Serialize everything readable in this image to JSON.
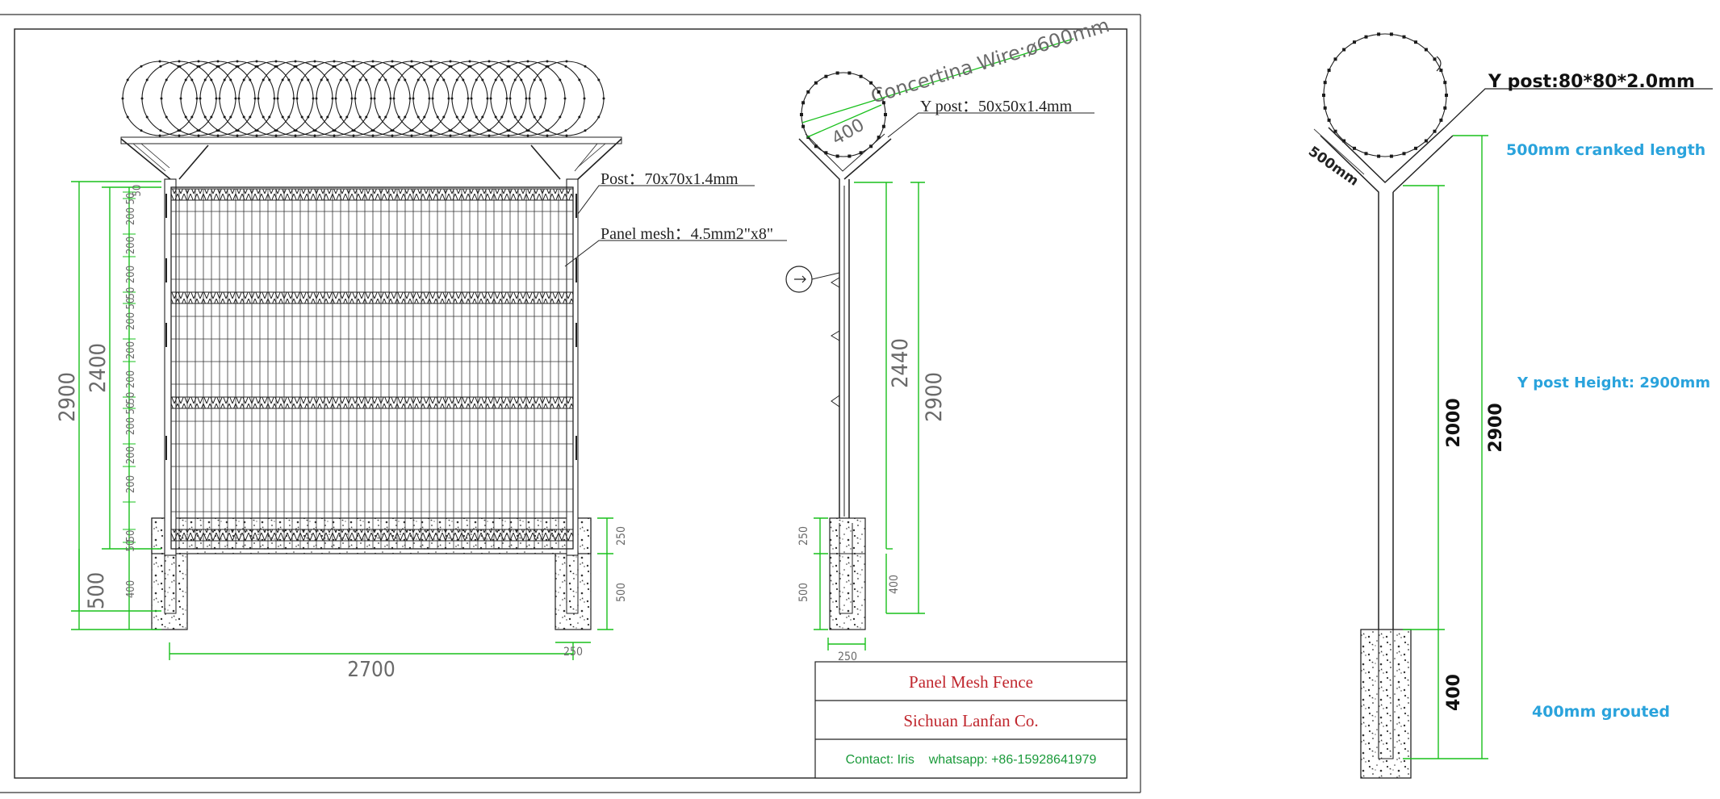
{
  "colors": {
    "dimension_line": "#19c01c",
    "title_red": "#c0262d",
    "contact_green": "#1a9a3a",
    "annotation_blue": "#2aa3dc",
    "line": "#222222"
  },
  "front_view": {
    "dim_total_height": "2900",
    "dim_panel_height": "2400",
    "dim_foundation_depth": "500",
    "segment_dims": [
      "50",
      "50",
      "200",
      "200",
      "200",
      "50",
      "50",
      "200",
      "200",
      "200",
      "50",
      "50",
      "200",
      "200",
      "200",
      "50",
      "50",
      "400"
    ],
    "dim_width": "2700",
    "dim_footing_width": "250",
    "dim_footing_height_right": "250",
    "dim_footing_depth_right": "500",
    "label_post": "Post：70x70x1.4mm",
    "label_mesh": "Panel mesh：4.5mm2\"x8\""
  },
  "side_view": {
    "label_wire": "Concertina Wire:ø600mm",
    "dim_arm": "400",
    "label_ypost": "Y post：50x50x1.4mm",
    "dim_panel": "2440",
    "dim_total": "2900",
    "dim_footing_top": "250",
    "dim_footing_bottom": "500",
    "dim_embed": "400",
    "dim_footing_width": "250"
  },
  "title_block": {
    "title": "Panel Mesh Fence",
    "company": "Sichuan Lanfan Co.",
    "contact": "Contact: Iris    whatsapp: +86-15928641979"
  },
  "ypost_detail": {
    "label_post": "Y post:80*80*2.0mm",
    "dim_arm": "500mm",
    "note_cranked": "500mm cranked length",
    "note_height": "Y post Height: 2900mm",
    "note_grout": "400mm grouted",
    "dim_above": "2000",
    "dim_total": "2900",
    "dim_grout": "400"
  }
}
